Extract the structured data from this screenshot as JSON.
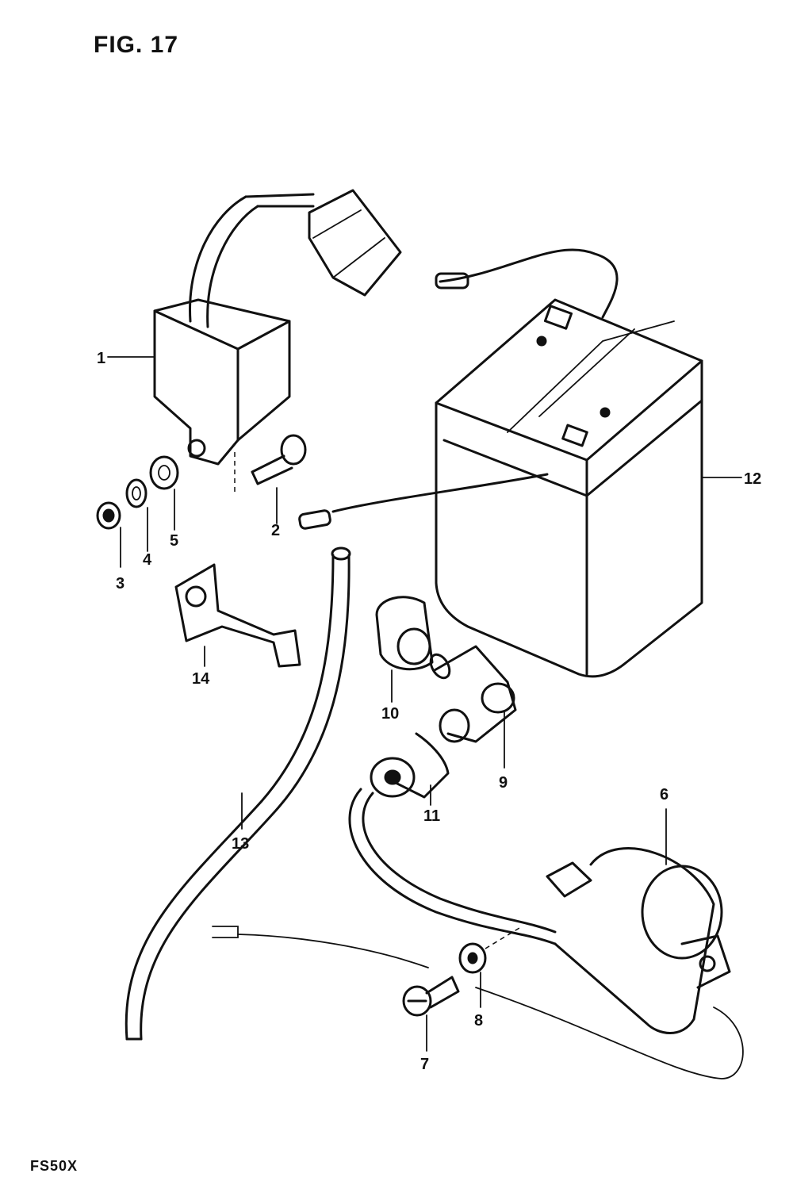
{
  "figure": {
    "title": "FIG. 17",
    "model": "FS50X"
  },
  "callouts": [
    {
      "id": "cdi-unit",
      "label": "1"
    },
    {
      "id": "bolt",
      "label": "2"
    },
    {
      "id": "nut",
      "label": "3"
    },
    {
      "id": "lock-washer",
      "label": "4"
    },
    {
      "id": "washer",
      "label": "5"
    },
    {
      "id": "ignition-coil",
      "label": "6"
    },
    {
      "id": "screw",
      "label": "7"
    },
    {
      "id": "coil-washer",
      "label": "8"
    },
    {
      "id": "plug-cap",
      "label": "9"
    },
    {
      "id": "cap-boot",
      "label": "10"
    },
    {
      "id": "cord-seal",
      "label": "11"
    },
    {
      "id": "battery",
      "label": "12"
    },
    {
      "id": "breather-hose",
      "label": "13"
    },
    {
      "id": "bracket",
      "label": "14"
    }
  ]
}
